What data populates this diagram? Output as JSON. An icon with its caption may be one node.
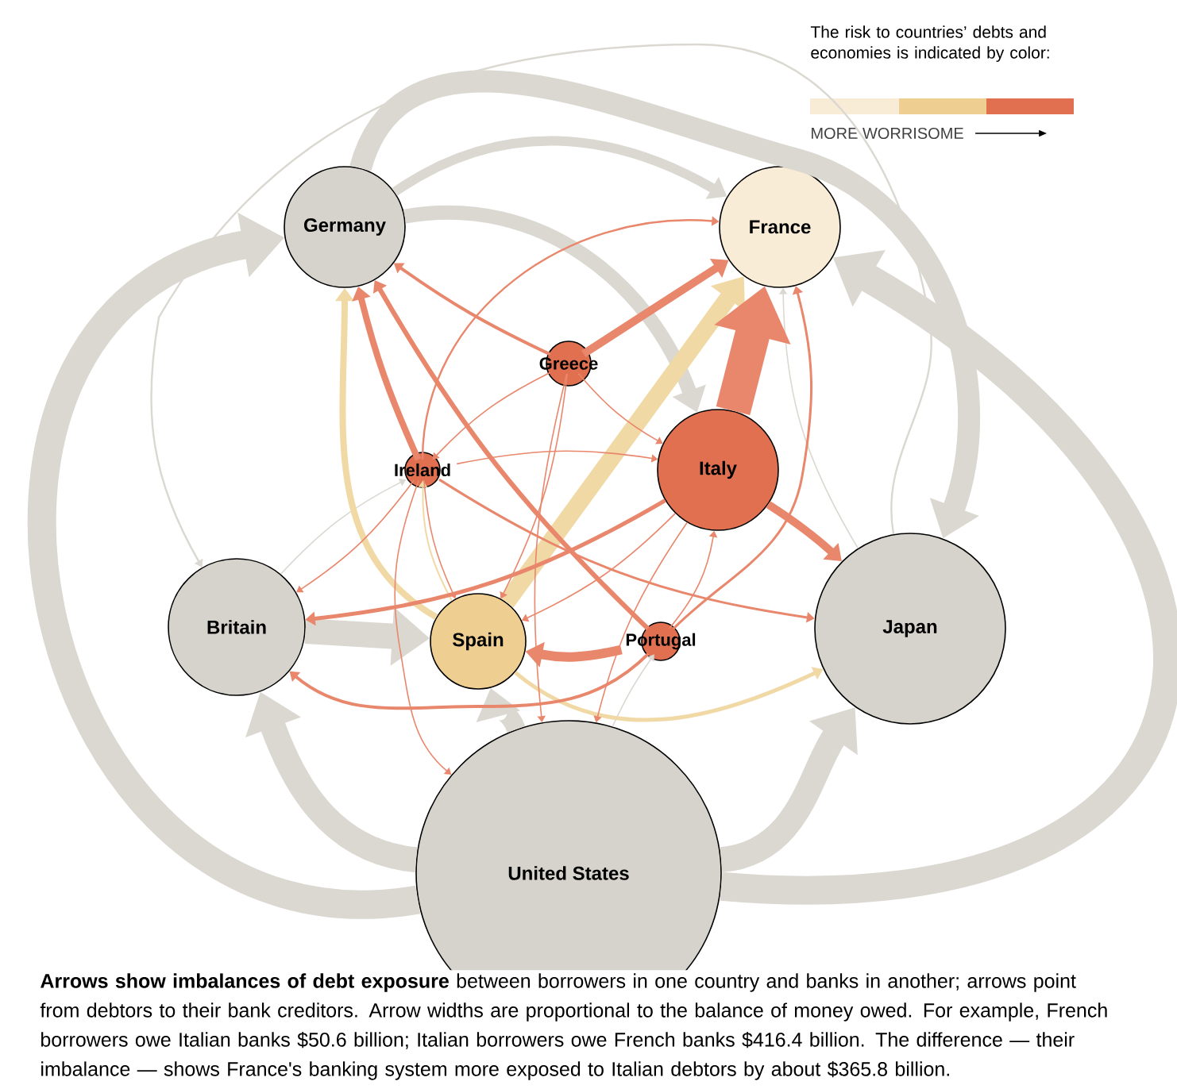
{
  "diagram": {
    "caption": "**Arrows show imbalances of debt exposure** between borrowers in one country and banks in another; arrows point from debtors to their bank creditors. Arrow widths are proportional to the balance of money owed. For example, French borrowers owe Italian banks $50.6 billion; Italian borrowers owe French banks $416.4 billion. The difference — their imbalance — shows France's banking system more exposed to Italian debtors by about $365.8 billion.",
    "nodes": [
      {
        "text": [
          "Germany"
        ]
      },
      {
        "text": [
          "France"
        ]
      },
      {
        "text": [
          "Greece"
        ]
      },
      {
        "text": [
          "Ireland"
        ]
      },
      {
        "text": [
          "Italy"
        ]
      },
      {
        "text": [
          "Britain"
        ]
      },
      {
        "text": [
          "Spain"
        ]
      },
      {
        "text": [
          "Portugal"
        ]
      },
      {
        "text": [
          "Japan"
        ]
      },
      {
        "text": [
          "United States"
        ]
      }
    ],
    "edges": [
      {
        "from": 9,
        "to": 5,
        "arrow": "to",
        "style": "thick",
        "color": "#dbd8d1"
      },
      {
        "from": 9,
        "to": 0,
        "arrow": "to",
        "style": "thick",
        "color": "#dbd8d1"
      },
      {
        "from": 9,
        "to": 8,
        "arrow": "to",
        "style": "thick",
        "color": "#dbd8d1"
      },
      {
        "from": 9,
        "to": 1,
        "arrow": "to",
        "style": "thick",
        "color": "#dbd8d1"
      },
      {
        "from": 9,
        "to": 6,
        "arrow": "to",
        "style": "thick",
        "color": "#dbd8d1"
      },
      {
        "from": 5,
        "to": 6,
        "arrow": "to",
        "style": "thick",
        "color": "#dbd8d1"
      },
      {
        "from": 0,
        "to": 1,
        "arrow": "to",
        "style": "thick",
        "color": "#dbd8d1"
      },
      {
        "from": 0,
        "to": 4,
        "arrow": "to",
        "style": "thick",
        "color": "#dbd8d1"
      },
      {
        "from": 0,
        "to": 8,
        "arrow": "to",
        "style": "thick",
        "color": "#dbd8d1"
      },
      {
        "from": 8,
        "to": 5,
        "arrow": "to",
        "color": "#dbd8d1"
      },
      {
        "from": 8,
        "to": 1,
        "arrow": "to",
        "color": "#dbd8d1"
      },
      {
        "from": 5,
        "to": 3,
        "arrow": "to",
        "color": "#dbd8d1"
      },
      {
        "from": 9,
        "to": 7,
        "arrow": "to",
        "color": "#dbd8d1"
      },
      {
        "from": 6,
        "to": 1,
        "arrow": "to",
        "style": "thick",
        "color": "#f1d9a6"
      },
      {
        "from": 6,
        "to": 0,
        "arrow": "to",
        "style": "thick",
        "color": "#f1d9a6"
      },
      {
        "from": 6,
        "to": 8,
        "arrow": "to",
        "color": "#f1d9a6"
      },
      {
        "from": 6,
        "to": 3,
        "arrow": "to",
        "color": "#f1d9a6"
      },
      {
        "from": 4,
        "to": 1,
        "arrow": "to",
        "style": "thick"
      },
      {
        "from": 4,
        "to": 8,
        "arrow": "to",
        "style": "thick"
      },
      {
        "from": 4,
        "to": 5,
        "arrow": "to"
      },
      {
        "from": 2,
        "to": 1,
        "arrow": "to",
        "style": "thick"
      },
      {
        "from": 2,
        "to": 0,
        "arrow": "to"
      },
      {
        "from": 3,
        "to": 0,
        "arrow": "to",
        "style": "thick"
      },
      {
        "from": 3,
        "to": 1,
        "arrow": "to"
      },
      {
        "from": 3,
        "to": 8,
        "arrow": "to"
      },
      {
        "from": 7,
        "to": 6,
        "arrow": "to",
        "style": "thick"
      },
      {
        "from": 7,
        "to": 0,
        "arrow": "to"
      },
      {
        "from": 7,
        "to": 5,
        "arrow": "to"
      },
      {
        "from": 7,
        "to": 1,
        "arrow": "to"
      },
      {
        "from": 7,
        "to": 4,
        "arrow": "to"
      },
      {
        "from": 2,
        "to": 4,
        "arrow": "to"
      },
      {
        "from": 2,
        "to": 6,
        "arrow": "to"
      },
      {
        "from": 2,
        "to": 9,
        "arrow": "to"
      },
      {
        "from": 3,
        "to": 4,
        "arrow": "to"
      },
      {
        "from": 3,
        "to": 6,
        "arrow": "to"
      },
      {
        "from": 4,
        "to": 6,
        "arrow": "to"
      },
      {
        "from": 4,
        "to": 9,
        "arrow": "to"
      },
      {
        "from": 3,
        "to": 9,
        "arrow": "to"
      },
      {
        "from": 2,
        "to": 3,
        "arrow": "to"
      },
      {
        "from": 3,
        "to": 5,
        "arrow": "to"
      }
    ],
    "labels": [
      "The risk to countries’ debts and economies is indicated by color:",
      "MORE WORRISOME"
    ]
  }
}
